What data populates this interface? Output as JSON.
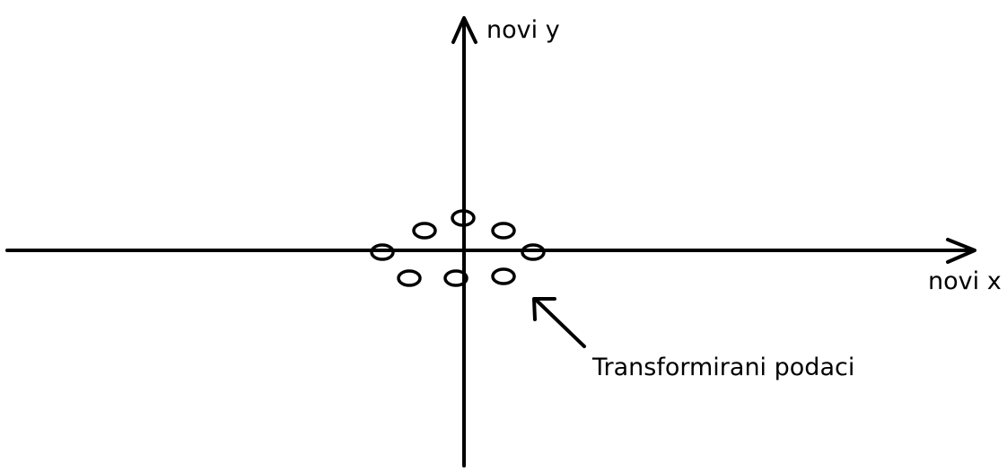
{
  "labels": {
    "y_axis": "novi y",
    "x_axis": "novi x",
    "annotation": "Transformirani podaci"
  },
  "colors": {
    "ink": "#000000",
    "background": "#ffffff"
  },
  "points": [
    {
      "name": "point-left"
    },
    {
      "name": "point-upper-left"
    },
    {
      "name": "point-top"
    },
    {
      "name": "point-upper-right"
    },
    {
      "name": "point-right"
    },
    {
      "name": "point-lower-left"
    },
    {
      "name": "point-lower-center"
    },
    {
      "name": "point-lower-right"
    }
  ]
}
